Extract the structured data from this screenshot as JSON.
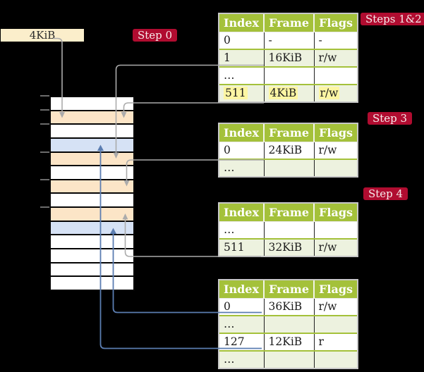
{
  "diagram": {
    "frame_size_label": "4KiB",
    "badges": {
      "step0": "Step 0",
      "steps12": "Steps 1&2",
      "step3": "Step 3",
      "step4": "Step 4"
    },
    "physical_memory": {
      "description_kinds": [
        "plain = unused frame",
        "table = frame holding a page table",
        "mapped = mapped data frame"
      ],
      "frame_rows": [
        "plain",
        "table",
        "plain",
        "mapped",
        "table",
        "plain",
        "table",
        "plain",
        "table",
        "mapped",
        "plain",
        "plain",
        "plain",
        "plain"
      ]
    },
    "page_tables": [
      {
        "step": "Steps 1&2",
        "headers": [
          "Index",
          "Frame",
          "Flags"
        ],
        "rows": [
          {
            "index": "0",
            "frame": "-",
            "flags": "-",
            "highlighted": false
          },
          {
            "index": "1",
            "frame": "16KiB",
            "flags": "r/w",
            "highlighted": false
          },
          {
            "index": "…",
            "frame": "",
            "flags": "",
            "highlighted": false
          },
          {
            "index": "511",
            "frame": "4KiB",
            "flags": "r/w",
            "highlighted": true
          }
        ]
      },
      {
        "step": "Step 3",
        "headers": [
          "Index",
          "Frame",
          "Flags"
        ],
        "rows": [
          {
            "index": "0",
            "frame": "24KiB",
            "flags": "r/w",
            "highlighted": false
          },
          {
            "index": "…",
            "frame": "",
            "flags": "",
            "highlighted": false
          }
        ]
      },
      {
        "step": "Step 4",
        "headers": [
          "Index",
          "Frame",
          "Flags"
        ],
        "rows": [
          {
            "index": "…",
            "frame": "",
            "flags": "",
            "highlighted": false
          },
          {
            "index": "511",
            "frame": "32KiB",
            "flags": "r/w",
            "highlighted": false
          }
        ]
      },
      {
        "step": "",
        "headers": [
          "Index",
          "Frame",
          "Flags"
        ],
        "rows": [
          {
            "index": "0",
            "frame": "36KiB",
            "flags": "r/w",
            "highlighted": false
          },
          {
            "index": "…",
            "frame": "",
            "flags": "",
            "highlighted": false
          },
          {
            "index": "127",
            "frame": "12KiB",
            "flags": "r",
            "highlighted": false
          },
          {
            "index": "…",
            "frame": "",
            "flags": "",
            "highlighted": false
          }
        ]
      }
    ],
    "colors": {
      "background": "#000000",
      "badge_red": "#b00c30",
      "table_header_green": "#a4c13a",
      "table_row_green": "#edf2df",
      "highlight_yellow": "#fcf6a3",
      "frame_box_tan": "#fbeecb",
      "frame_table_peach": "#fce5c7",
      "frame_mapped_blue": "#d6e2f5",
      "connector_gray": "#ababab",
      "connector_blue": "#5b7db1"
    }
  }
}
